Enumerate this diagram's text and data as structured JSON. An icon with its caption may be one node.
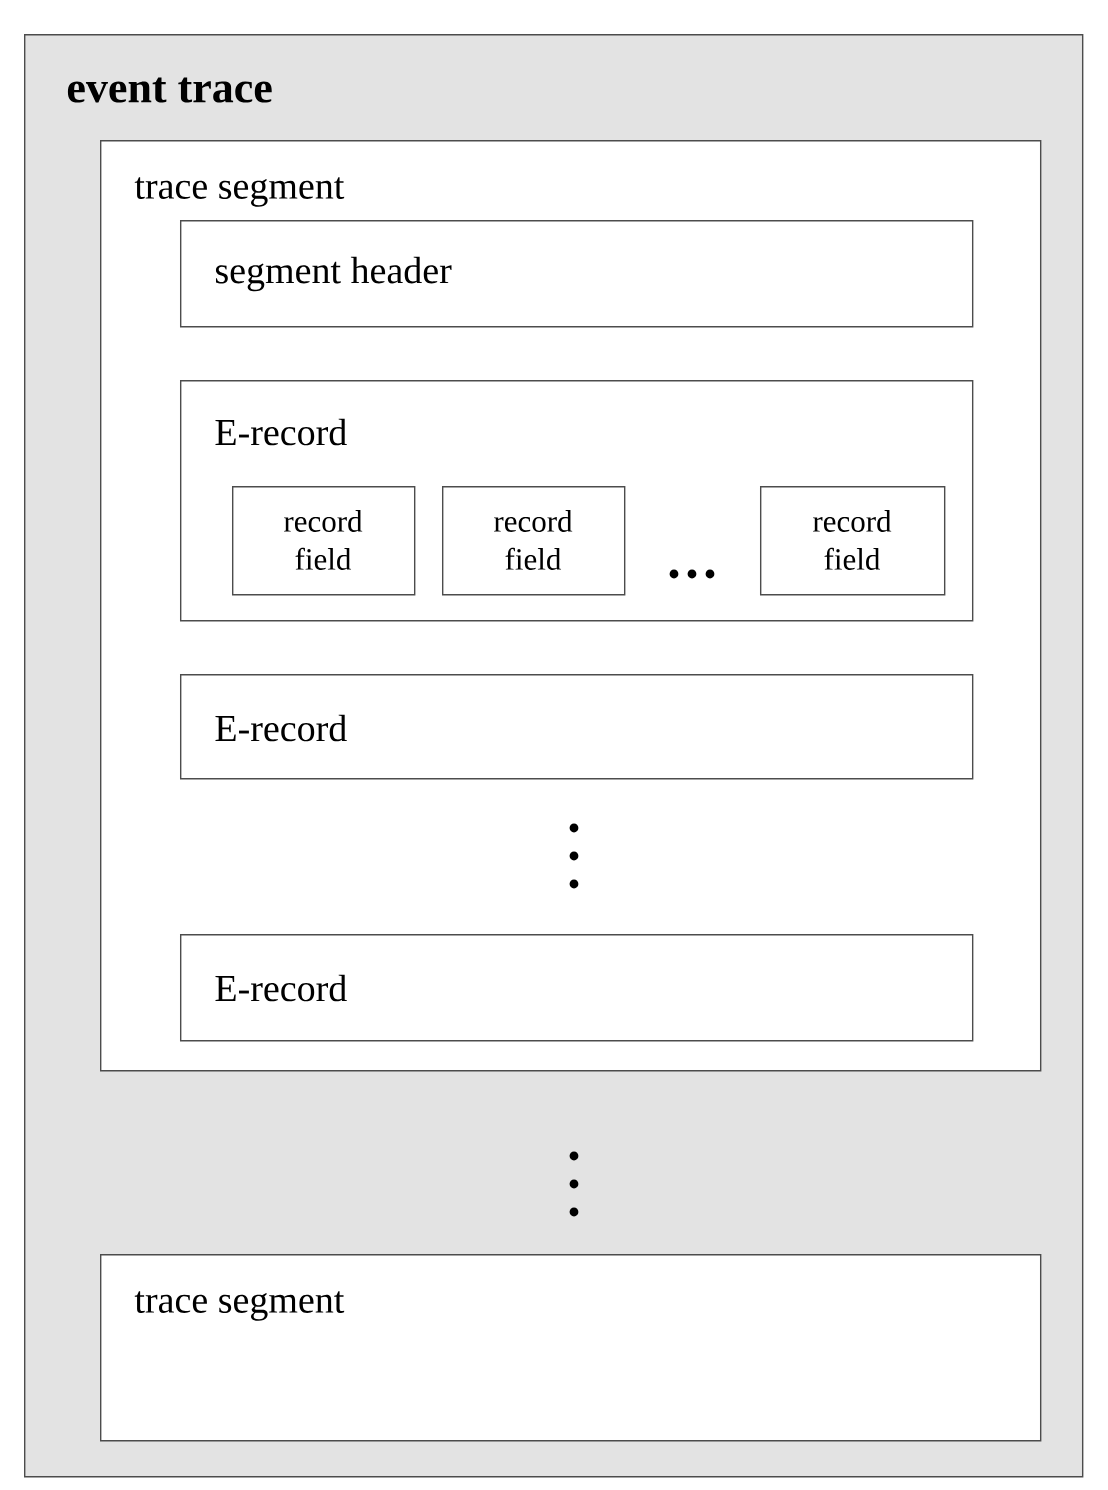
{
  "diagram": {
    "nodes": [
      {
        "text": [
          "event trace"
        ]
      },
      {
        "text": [
          "trace segment"
        ],
        "in": 0
      },
      {
        "text": [
          "segment header"
        ],
        "in": 1
      },
      {
        "text": [
          "E-record"
        ],
        "in": 1
      },
      {
        "text": [
          "record field"
        ],
        "in": 3
      },
      {
        "text": [
          "record field"
        ],
        "in": 3
      },
      {
        "text": [
          "record field"
        ],
        "in": 3
      },
      {
        "text": [
          "E-record"
        ],
        "in": 1
      },
      {
        "text": [
          "E-record"
        ],
        "in": 1
      },
      {
        "text": [
          "trace segment"
        ],
        "in": 0
      }
    ]
  }
}
